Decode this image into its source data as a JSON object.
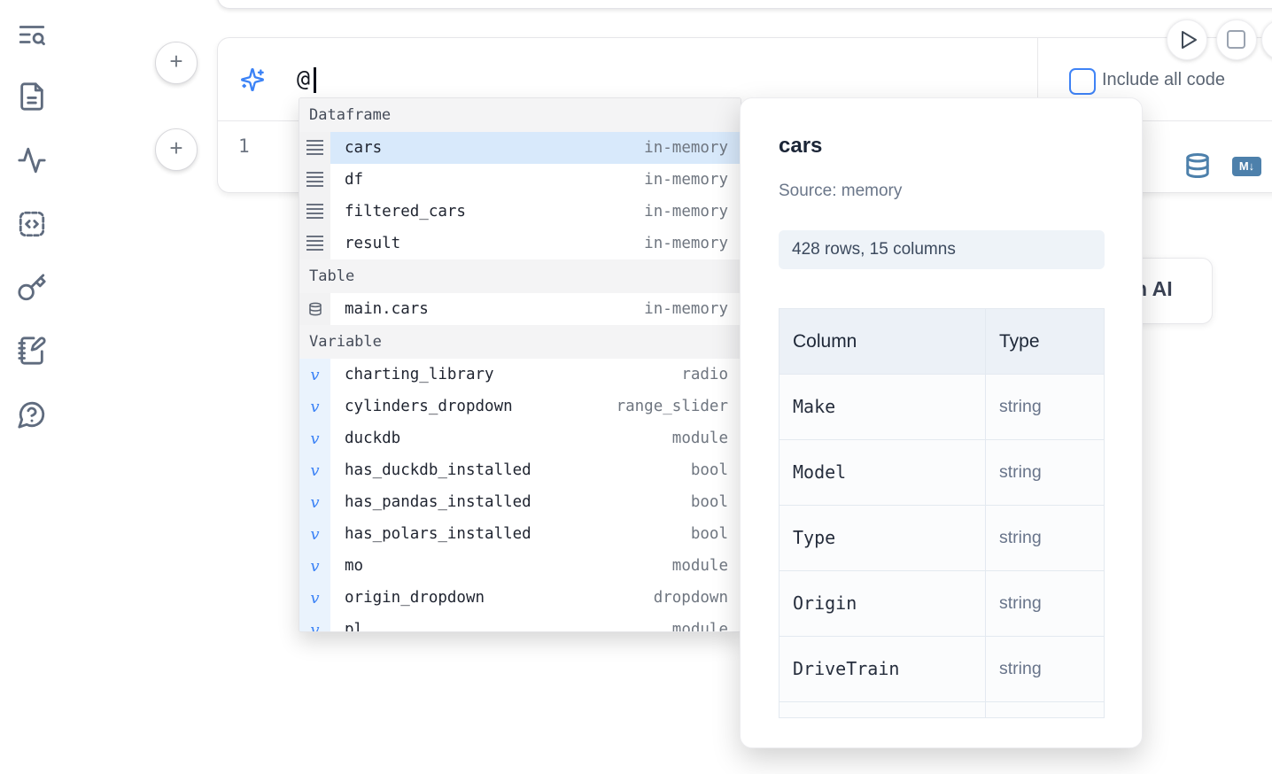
{
  "icons": {
    "sidebar": [
      "text-search",
      "file-text",
      "activity",
      "code-snippets",
      "key",
      "notebook-pen",
      "help-chat"
    ],
    "run": "play-circle",
    "interrupt": "stop-circle",
    "add_cell": "+",
    "ai_prompt": "sparkles",
    "datasource": "database",
    "markdown_badge_label": "M↓",
    "dataframe_item": "rows",
    "table_item": "database",
    "variable_item": "v"
  },
  "ai_panel": {
    "prompt_value": "@",
    "include_all_code_label": "Include all code",
    "checkbox_checked": false
  },
  "cell": {
    "line_number": "1"
  },
  "autocomplete": {
    "sections": [
      {
        "label": "Dataframe",
        "items": [
          {
            "name": "cars",
            "type": "in-memory",
            "selected": true
          },
          {
            "name": "df",
            "type": "in-memory"
          },
          {
            "name": "filtered_cars",
            "type": "in-memory"
          },
          {
            "name": "result",
            "type": "in-memory"
          }
        ]
      },
      {
        "label": "Table",
        "items": [
          {
            "name": "main.cars",
            "type": "in-memory"
          }
        ]
      },
      {
        "label": "Variable",
        "items": [
          {
            "name": "charting_library",
            "type": "radio"
          },
          {
            "name": "cylinders_dropdown",
            "type": "range_slider"
          },
          {
            "name": "duckdb",
            "type": "module"
          },
          {
            "name": "has_duckdb_installed",
            "type": "bool"
          },
          {
            "name": "has_pandas_installed",
            "type": "bool"
          },
          {
            "name": "has_polars_installed",
            "type": "bool"
          },
          {
            "name": "mo",
            "type": "module"
          },
          {
            "name": "origin_dropdown",
            "type": "dropdown"
          },
          {
            "name": "pl",
            "type": "module"
          }
        ]
      }
    ]
  },
  "preview": {
    "title": "cars",
    "source": "Source: memory",
    "shape_badge": "428 rows, 15 columns",
    "table": {
      "headers": [
        "Column",
        "Type"
      ],
      "rows": [
        [
          "Make",
          "string"
        ],
        [
          "Model",
          "string"
        ],
        [
          "Type",
          "string"
        ],
        [
          "Origin",
          "string"
        ],
        [
          "DriveTrain",
          "string"
        ]
      ]
    }
  },
  "ai_card": {
    "visible_label": "h AI"
  },
  "colors": {
    "accent_blue": "#3b82f6",
    "steel_blue": "#4d80ab",
    "selected_row": "#d8e9fb",
    "sidebar_icon": "#5f6b7e"
  }
}
